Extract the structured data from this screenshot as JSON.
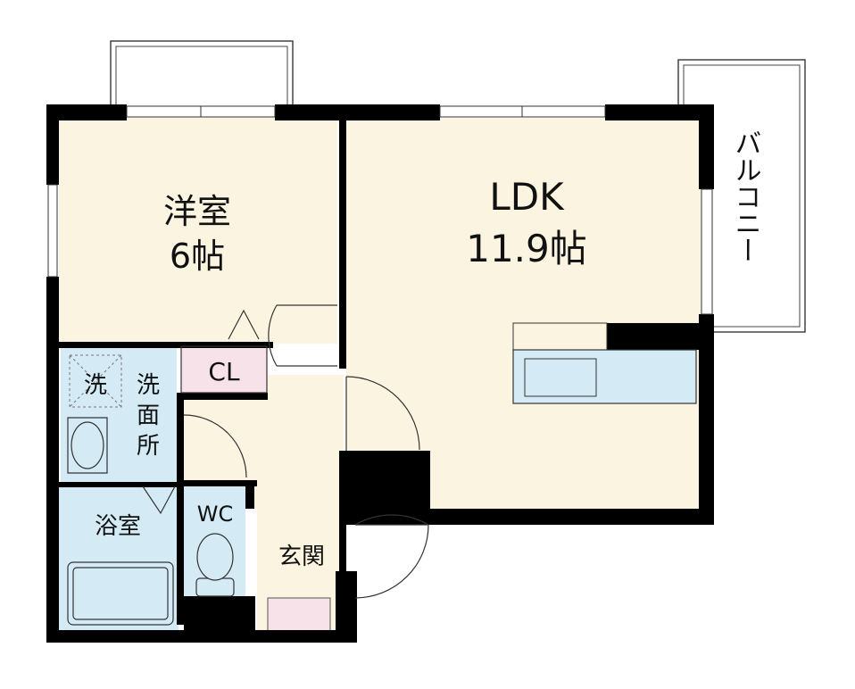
{
  "rooms": {
    "western": {
      "name": "洋室",
      "size": "6帖"
    },
    "ldk": {
      "name": "LDK",
      "size": "11.9帖"
    },
    "closet": {
      "name": "CL"
    },
    "laundry": {
      "name": "洗"
    },
    "washroom": {
      "name": "洗面所",
      "chars": [
        "洗",
        "面",
        "所"
      ]
    },
    "bath": {
      "name": "浴室"
    },
    "toilet": {
      "name": "WC"
    },
    "entrance": {
      "name": "玄関"
    },
    "balcony": {
      "name": "バルコニー"
    }
  },
  "colors": {
    "wall": "#000000",
    "floor": "#fbf4e0",
    "wet_area": "#d4ebf6",
    "closet": "#f8e2ea",
    "line": "#333333"
  }
}
